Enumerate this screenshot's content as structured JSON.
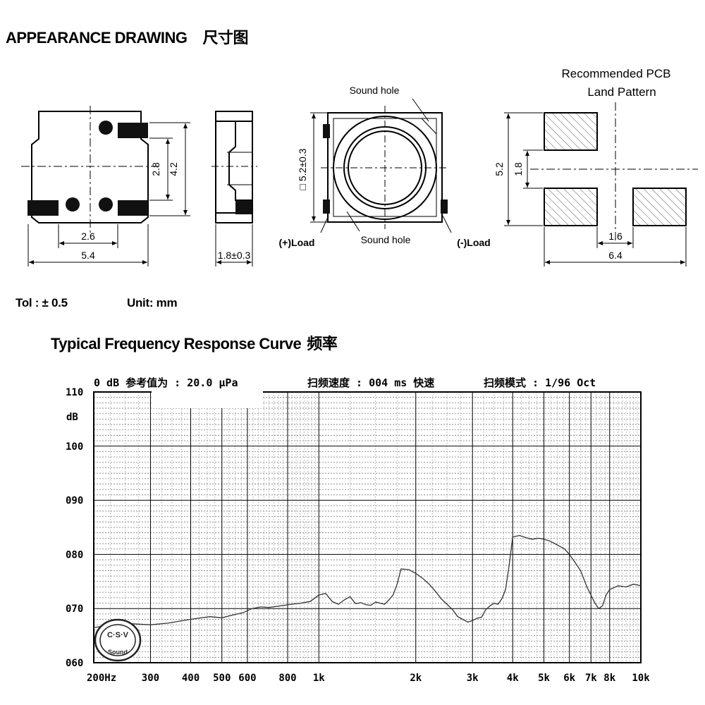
{
  "appearance": {
    "title": "APPEARANCE DRAWING",
    "title_cn": "尺寸图",
    "pcb_label_line1": "Recommended PCB",
    "pcb_label_line2": "Land Pattern",
    "sound_hole_top": "Sound hole",
    "sound_hole_bottom": "Sound hole",
    "plus_load": "(+)Load",
    "minus_load": "(-)Load",
    "dims": {
      "front_inner_h": "2.8",
      "front_outer_h": "4.2",
      "front_inner_w": "2.6",
      "front_outer_w": "5.4",
      "side_thickness": "1.8±0.3",
      "top_square": "□ 5.2±0.3",
      "pcb_h": "5.2",
      "pcb_gap": "1.8",
      "pcb_gap_w": "1.6",
      "pcb_w": "6.4"
    }
  },
  "tolerance": "Tol : ± 0.5",
  "unit": "Unit: mm",
  "frequency": {
    "title": "Typical Frequency Response Curve",
    "title_cn": "频率",
    "header_ref": "0 dB 参考值为 : 20.0 μPa",
    "header_speed": "扫频速度 : 004 ms 快速",
    "header_mode": "扫频模式 : 1/96  Oct",
    "y_unit": "dB",
    "logo_text": "Sound"
  },
  "chart_data": {
    "type": "line",
    "xlabel": "",
    "ylabel": "dB",
    "x_scale": "log",
    "xlim": [
      200,
      10000
    ],
    "ylim": [
      60,
      110
    ],
    "y_ticks": [
      {
        "value": 110,
        "label": "110"
      },
      {
        "value": 100,
        "label": "100"
      },
      {
        "value": 90,
        "label": "090"
      },
      {
        "value": 80,
        "label": "080"
      },
      {
        "value": 70,
        "label": "070"
      },
      {
        "value": 60,
        "label": "060"
      }
    ],
    "x_ticks": [
      {
        "value": 200,
        "label": "200Hz"
      },
      {
        "value": 300,
        "label": "300"
      },
      {
        "value": 400,
        "label": "400"
      },
      {
        "value": 500,
        "label": "500"
      },
      {
        "value": 600,
        "label": "600"
      },
      {
        "value": 800,
        "label": "800"
      },
      {
        "value": 1000,
        "label": "1k"
      },
      {
        "value": 2000,
        "label": "2k"
      },
      {
        "value": 3000,
        "label": "3k"
      },
      {
        "value": 4000,
        "label": "4k"
      },
      {
        "value": 5000,
        "label": "5k"
      },
      {
        "value": 6000,
        "label": "6k"
      },
      {
        "value": 7000,
        "label": "7k"
      },
      {
        "value": 8000,
        "label": "8k"
      },
      {
        "value": 10000,
        "label": "10k"
      }
    ],
    "grid": true,
    "series": [
      {
        "x": [
          200,
          230,
          260,
          300,
          340,
          380,
          420,
          460,
          500,
          540,
          580,
          620,
          660,
          700,
          760,
          820,
          880,
          940,
          1000,
          1050,
          1100,
          1150,
          1200,
          1250,
          1300,
          1350,
          1400,
          1450,
          1500,
          1550,
          1600,
          1650,
          1700,
          1750,
          1800,
          1900,
          2000,
          2100,
          2200,
          2300,
          2400,
          2500,
          2600,
          2700,
          2800,
          2900,
          3000,
          3100,
          3200,
          3300,
          3400,
          3500,
          3600,
          3700,
          3800,
          3900,
          4000,
          4200,
          4400,
          4600,
          4800,
          5000,
          5200,
          5400,
          5600,
          5800,
          6000,
          6200,
          6500,
          6800,
          7000,
          7200,
          7400,
          7600,
          7800,
          8000,
          8500,
          9000,
          9500,
          10000
        ],
        "y": [
          66.5,
          67,
          67.2,
          67,
          67.3,
          67.8,
          68.2,
          68.5,
          68.3,
          68.8,
          69.2,
          70,
          70.3,
          70.2,
          70.5,
          70.8,
          71,
          71.3,
          72.5,
          72.8,
          71.3,
          70.8,
          71.6,
          72.2,
          70.9,
          71.1,
          70.7,
          70.6,
          71.2,
          71,
          70.8,
          71.6,
          72.5,
          74.5,
          77.3,
          77.2,
          76.5,
          75.6,
          74.5,
          73.2,
          71.8,
          70.8,
          69.8,
          68.5,
          68,
          67.5,
          67.8,
          68.2,
          68.4,
          69.8,
          70.5,
          71,
          70.8,
          71.8,
          73.5,
          78,
          83.2,
          83.5,
          83.1,
          82.8,
          83,
          82.8,
          82.5,
          82,
          81.5,
          81,
          80,
          78.8,
          77,
          74,
          72.5,
          71,
          70,
          70.5,
          72.5,
          73.5,
          74.2,
          74,
          74.5,
          74.2
        ]
      }
    ]
  }
}
